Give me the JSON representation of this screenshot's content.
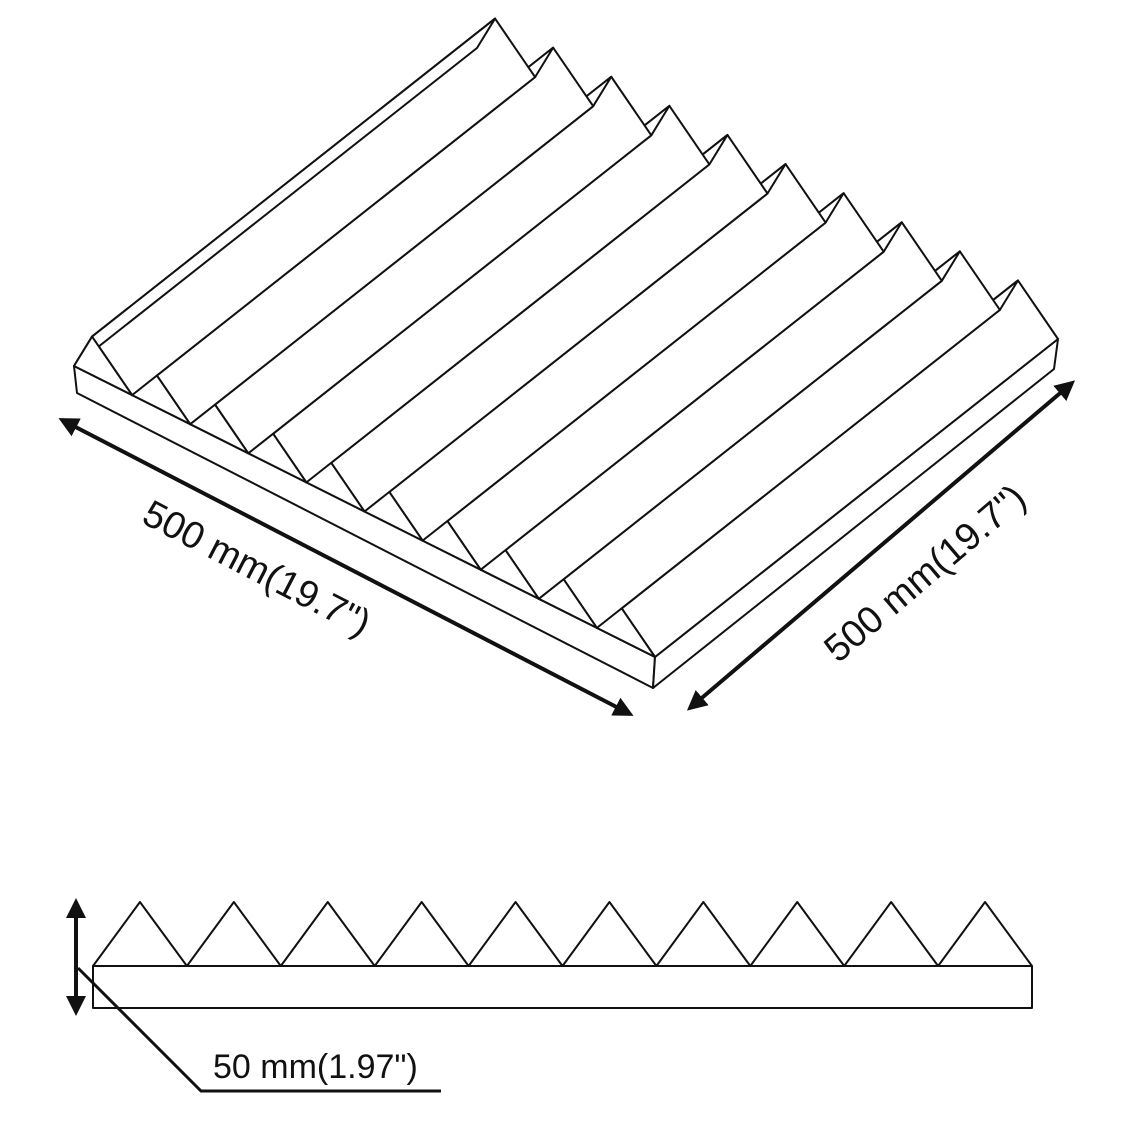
{
  "diagram": {
    "subject": "wedge acoustic foam panel",
    "ridge_count": 10,
    "isometric_view": {
      "width_label": "500 mm(19.7\")",
      "depth_label": "500 mm(19.7\")"
    },
    "side_view": {
      "thickness_label": "50 mm(1.97\")"
    },
    "colors": {
      "line": "#111111",
      "background": "#ffffff"
    }
  }
}
